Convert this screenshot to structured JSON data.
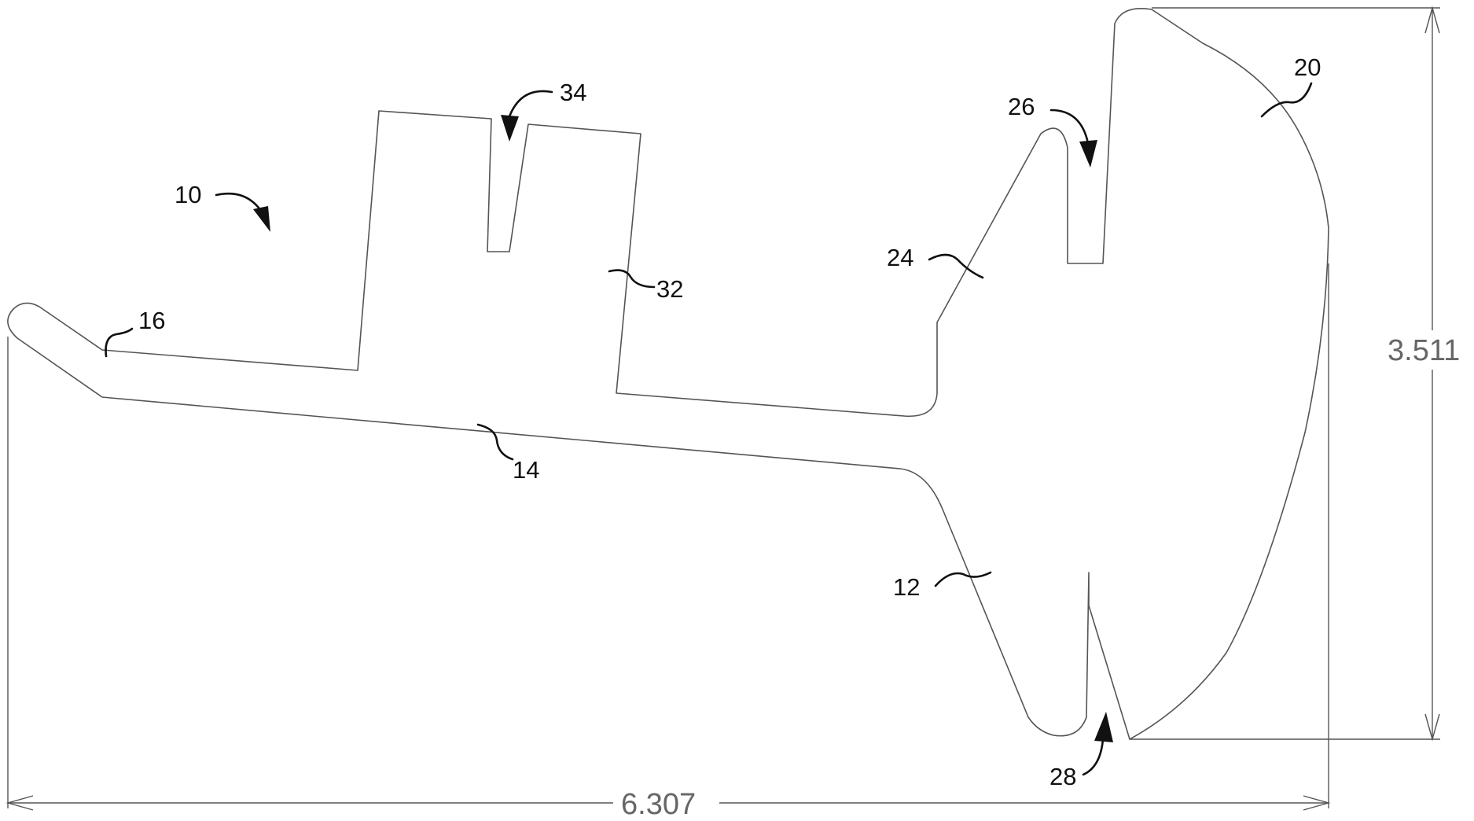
{
  "labels": {
    "ref_10": "10",
    "ref_12": "12",
    "ref_14": "14",
    "ref_16": "16",
    "ref_20": "20",
    "ref_24": "24",
    "ref_26": "26",
    "ref_28": "28",
    "ref_32": "32",
    "ref_34": "34"
  },
  "dimensions": {
    "width": "6.307",
    "height": "3.511"
  }
}
